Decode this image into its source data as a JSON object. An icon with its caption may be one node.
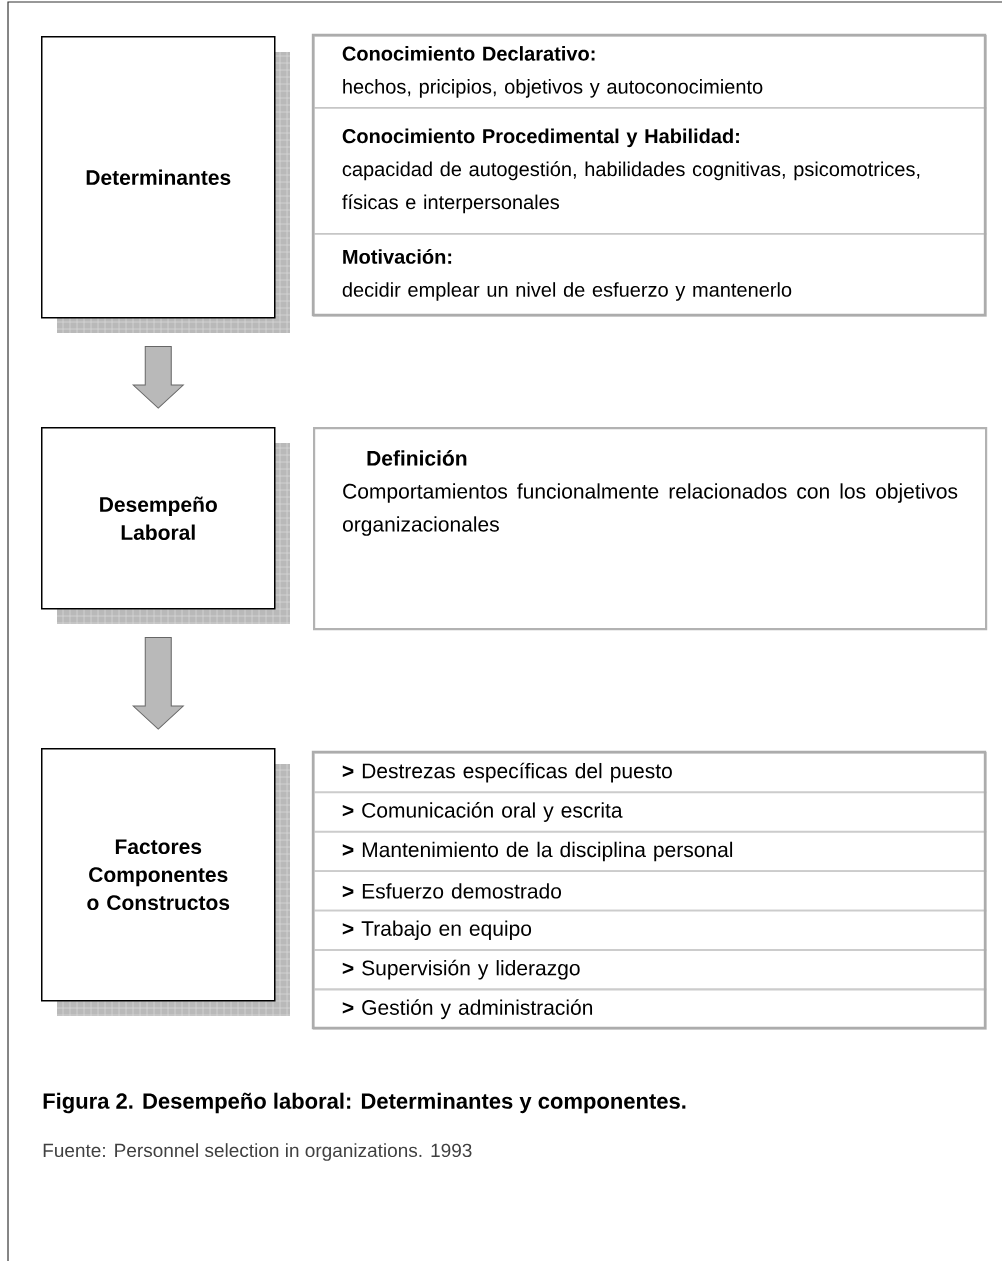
{
  "diagram": {
    "caption": "Figura 2. Desempeño laboral: Determinantes y componentes.",
    "nodes": [
      {
        "text": [
          "Determinantes"
        ]
      },
      {
        "text": [
          "Conocimiento Declarativo:",
          "hechos, pricipios, objetivos y autoconocimiento"
        ]
      },
      {
        "text": [
          "Conocimiento Procedimental y Habilidad:",
          "capacidad de autogestión, habilidades cognitivas, psicomotrices, físicas e interpersonales"
        ]
      },
      {
        "text": [
          "Motivación:",
          "decidir emplear un nivel de esfuerzo y mantenerlo"
        ]
      },
      {
        "text": [
          "Desempeño Laboral"
        ]
      },
      {
        "text": [
          "Definición",
          "Comportamientos funcionalmente relacionados con los objetivos organizacionales"
        ]
      },
      {
        "text": [
          "Factores Componentes o Constructos"
        ]
      },
      {
        "text": [
          "**>** Destrezas específicas del puesto"
        ]
      },
      {
        "text": [
          "**>** Comunicación oral y escrita"
        ]
      },
      {
        "text": [
          "**>** Mantenimiento de la disciplina personal"
        ]
      },
      {
        "text": [
          "**>** Esfuerzo demostrado"
        ]
      },
      {
        "text": [
          "**>** Trabajo en equipo"
        ]
      },
      {
        "text": [
          "**>** Supervisión y liderazgo"
        ]
      },
      {
        "text": [
          "**>** Gestión y administración"
        ]
      }
    ],
    "edges": [
      {
        "from": 0,
        "to": 4,
        "arrow": "to"
      },
      {
        "from": 4,
        "to": 6,
        "arrow": "to"
      }
    ],
    "labels": [
      "Fuente: Personnel selection in organizations. 1993"
    ]
  }
}
